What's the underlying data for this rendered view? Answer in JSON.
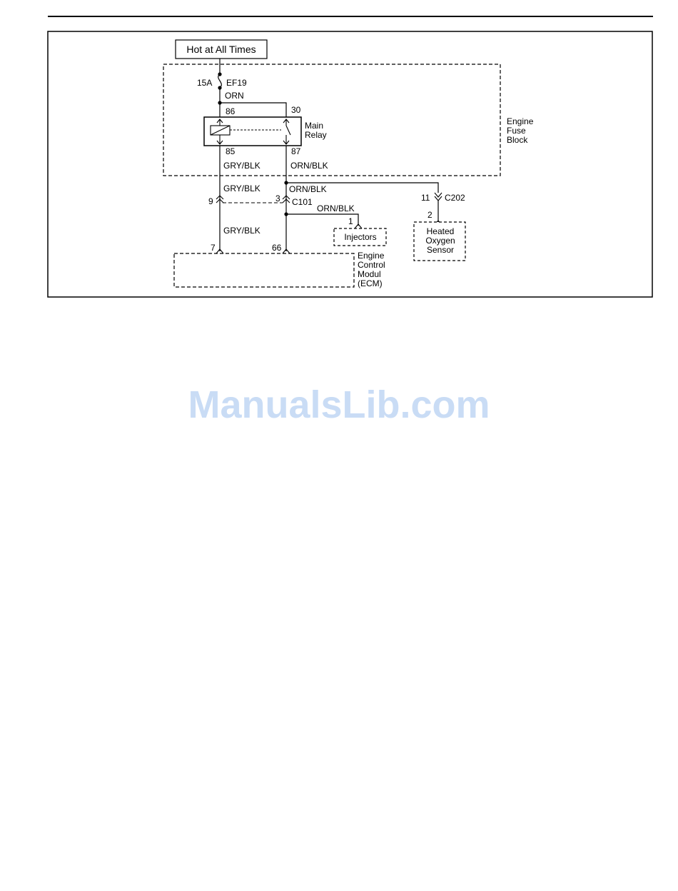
{
  "diagram": {
    "power_label": "Hot at All Times",
    "fuse_rating": "15A",
    "fuse_name": "EF19",
    "fuse_block_label": [
      "Engine",
      "Fuse",
      "Block"
    ],
    "relay_label": [
      "Main",
      "Relay"
    ],
    "relay_pins": {
      "p86": "86",
      "p30": "30",
      "p85": "85",
      "p87": "87"
    },
    "wire_colors": {
      "orn": "ORN",
      "gry_blk_1": "GRY/BLK",
      "gry_blk_2": "GRY/BLK",
      "gry_blk_3": "GRY/BLK",
      "orn_blk_1": "ORN/BLK",
      "orn_blk_2": "ORN/BLK",
      "orn_blk_3": "ORN/BLK"
    },
    "connector_c101": {
      "name": "C101",
      "pin_left": "9",
      "pin_right": "3"
    },
    "connector_c202": {
      "name": "C202",
      "pin_top": "11",
      "pin_bottom": "2"
    },
    "injectors": {
      "label": "Injectors",
      "pin": "1"
    },
    "oxygen_sensor_label": [
      "Heated",
      "Oxygen",
      "Sensor"
    ],
    "ecm_label": [
      "Engine",
      "Control",
      "Modul",
      "(ECM)"
    ],
    "ecm_pins": {
      "left": "7",
      "right": "66"
    }
  },
  "watermark": "ManualsLib.com"
}
